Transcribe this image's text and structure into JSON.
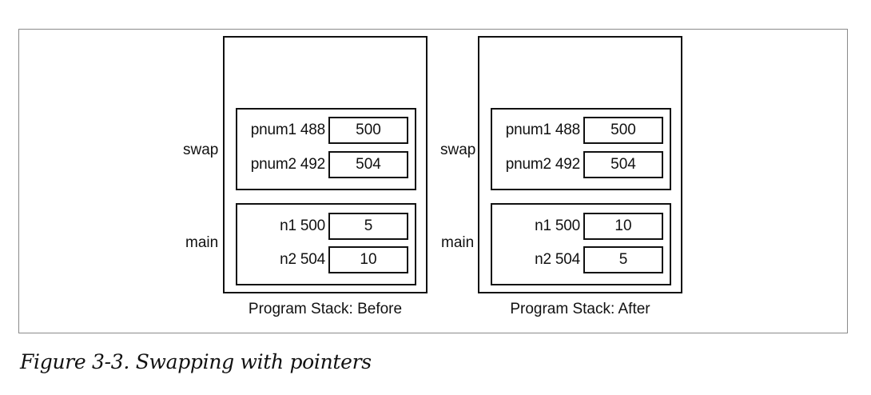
{
  "stacks": [
    {
      "caption": "Program Stack: Before",
      "swap_label": "swap",
      "main_label": "main",
      "swap_rows": [
        {
          "label": "pnum1 488",
          "value": "500"
        },
        {
          "label": "pnum2 492",
          "value": "504"
        }
      ],
      "main_rows": [
        {
          "label": "n1 500",
          "value": "5"
        },
        {
          "label": "n2 504",
          "value": "10"
        }
      ]
    },
    {
      "caption": "Program Stack: After",
      "swap_label": "swap",
      "main_label": "main",
      "swap_rows": [
        {
          "label": "pnum1 488",
          "value": "500"
        },
        {
          "label": "pnum2 492",
          "value": "504"
        }
      ],
      "main_rows": [
        {
          "label": "n1 500",
          "value": "10"
        },
        {
          "label": "n2 504",
          "value": "5"
        }
      ]
    }
  ],
  "figure_caption": "Figure 3-3. Swapping with pointers"
}
